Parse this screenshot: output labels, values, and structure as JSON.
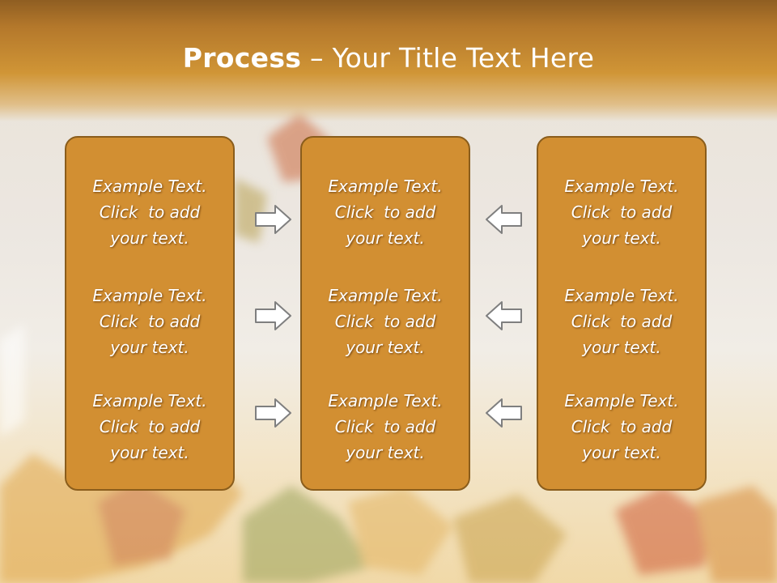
{
  "slide": {
    "title_bold": "Process",
    "title_rest": " – Your Title Text Here"
  },
  "columns": [
    {
      "items": [
        {
          "line1": "Example Text.",
          "line2": "Click  to add",
          "line3": "your text."
        },
        {
          "line1": "Example Text.",
          "line2": "Click  to add",
          "line3": "your text."
        },
        {
          "line1": "Example Text.",
          "line2": "Click  to add",
          "line3": "your text."
        }
      ]
    },
    {
      "items": [
        {
          "line1": "Example Text.",
          "line2": "Click  to add",
          "line3": "your text."
        },
        {
          "line1": "Example Text.",
          "line2": "Click  to add",
          "line3": "your text."
        },
        {
          "line1": "Example Text.",
          "line2": "Click  to add",
          "line3": "your text."
        }
      ]
    },
    {
      "items": [
        {
          "line1": "Example Text.",
          "line2": "Click  to add",
          "line3": "your text."
        },
        {
          "line1": "Example Text.",
          "line2": "Click  to add",
          "line3": "your text."
        },
        {
          "line1": "Example Text.",
          "line2": "Click  to add",
          "line3": "your text."
        }
      ]
    }
  ],
  "arrows": {
    "left_set": "right-arrow-icon",
    "right_set": "left-arrow-icon"
  },
  "colors": {
    "box_fill": "#d28f32",
    "box_border": "#8a5d1c",
    "title_band": "#b4782b",
    "text": "#ffffff"
  }
}
